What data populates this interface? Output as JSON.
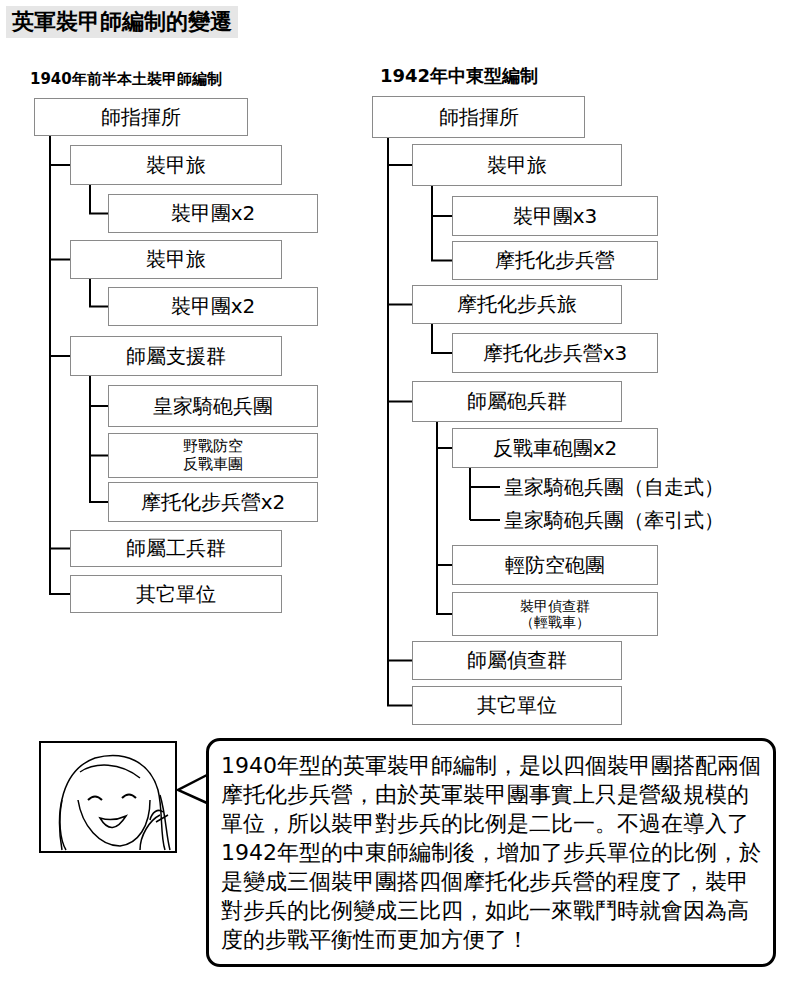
{
  "diagram": {
    "title": "英軍裝甲師編制的變遷",
    "nodes": [
      {
        "text": [
          "師指揮所"
        ]
      },
      {
        "text": [
          "裝甲旅"
        ]
      },
      {
        "text": [
          "裝甲團x2"
        ]
      },
      {
        "text": [
          "裝甲旅"
        ]
      },
      {
        "text": [
          "裝甲團x2"
        ]
      },
      {
        "text": [
          "師屬支援群"
        ]
      },
      {
        "text": [
          "皇家騎砲兵團"
        ]
      },
      {
        "text": [
          "野戰防空 反戰車團"
        ]
      },
      {
        "text": [
          "摩托化步兵營x2"
        ]
      },
      {
        "text": [
          "師屬工兵群"
        ]
      },
      {
        "text": [
          "其它單位"
        ]
      },
      {
        "text": [
          "師指揮所"
        ]
      },
      {
        "text": [
          "裝甲旅"
        ]
      },
      {
        "text": [
          "裝甲團x3"
        ]
      },
      {
        "text": [
          "摩托化步兵營"
        ]
      },
      {
        "text": [
          "摩托化步兵旅"
        ]
      },
      {
        "text": [
          "摩托化步兵營x3"
        ]
      },
      {
        "text": [
          "師屬砲兵群"
        ]
      },
      {
        "text": [
          "反戰車砲團x2"
        ]
      },
      {
        "text": [
          "輕防空砲團"
        ]
      },
      {
        "text": [
          "裝甲偵查群 （輕戰車）"
        ]
      },
      {
        "text": [
          "師屬偵查群"
        ]
      },
      {
        "text": [
          "其它單位"
        ]
      },
      {
        "text": [
          "1940年型的英軍裝甲師編制，是以四個裝甲團搭配兩個摩托化步兵營，由於英軍裝甲團事實上只是營級規模的單位，所以裝甲對步兵的比例是二比一。不過在導入了1942年型的中東師編制後，增加了步兵單位的比例，於是變成三個裝甲團搭四個摩托化步兵營的程度了，裝甲對步兵的比例變成三比四，如此一來戰鬥時就會因為高度的步戰平衡性而更加方便了！"
        ]
      }
    ],
    "edges": [
      {
        "from": 0,
        "to": 1,
        "arrow": "none"
      },
      {
        "from": 0,
        "to": 3,
        "arrow": "none"
      },
      {
        "from": 0,
        "to": 5,
        "arrow": "none"
      },
      {
        "from": 0,
        "to": 9,
        "arrow": "none"
      },
      {
        "from": 0,
        "to": 10,
        "arrow": "none"
      },
      {
        "from": 1,
        "to": 2,
        "arrow": "none"
      },
      {
        "from": 3,
        "to": 4,
        "arrow": "none"
      },
      {
        "from": 5,
        "to": 6,
        "arrow": "none"
      },
      {
        "from": 5,
        "to": 7,
        "arrow": "none"
      },
      {
        "from": 5,
        "to": 8,
        "arrow": "none"
      },
      {
        "from": 11,
        "to": 12,
        "arrow": "none"
      },
      {
        "from": 11,
        "to": 15,
        "arrow": "none"
      },
      {
        "from": 11,
        "to": 17,
        "arrow": "none"
      },
      {
        "from": 11,
        "to": 21,
        "arrow": "none"
      },
      {
        "from": 11,
        "to": 22,
        "arrow": "none"
      },
      {
        "from": 12,
        "to": 13,
        "arrow": "none"
      },
      {
        "from": 12,
        "to": 14,
        "arrow": "none"
      },
      {
        "from": 15,
        "to": 16,
        "arrow": "none"
      },
      {
        "from": 17,
        "to": 18,
        "arrow": "none"
      },
      {
        "from": 17,
        "to": 19,
        "arrow": "none"
      },
      {
        "from": 17,
        "to": 20,
        "arrow": "none"
      }
    ],
    "labels": [
      "1940年前半本土裝甲師編制",
      "1942年中東型編制",
      "皇家騎砲兵團（自走式）",
      "皇家騎砲兵團（牽引式）"
    ]
  }
}
